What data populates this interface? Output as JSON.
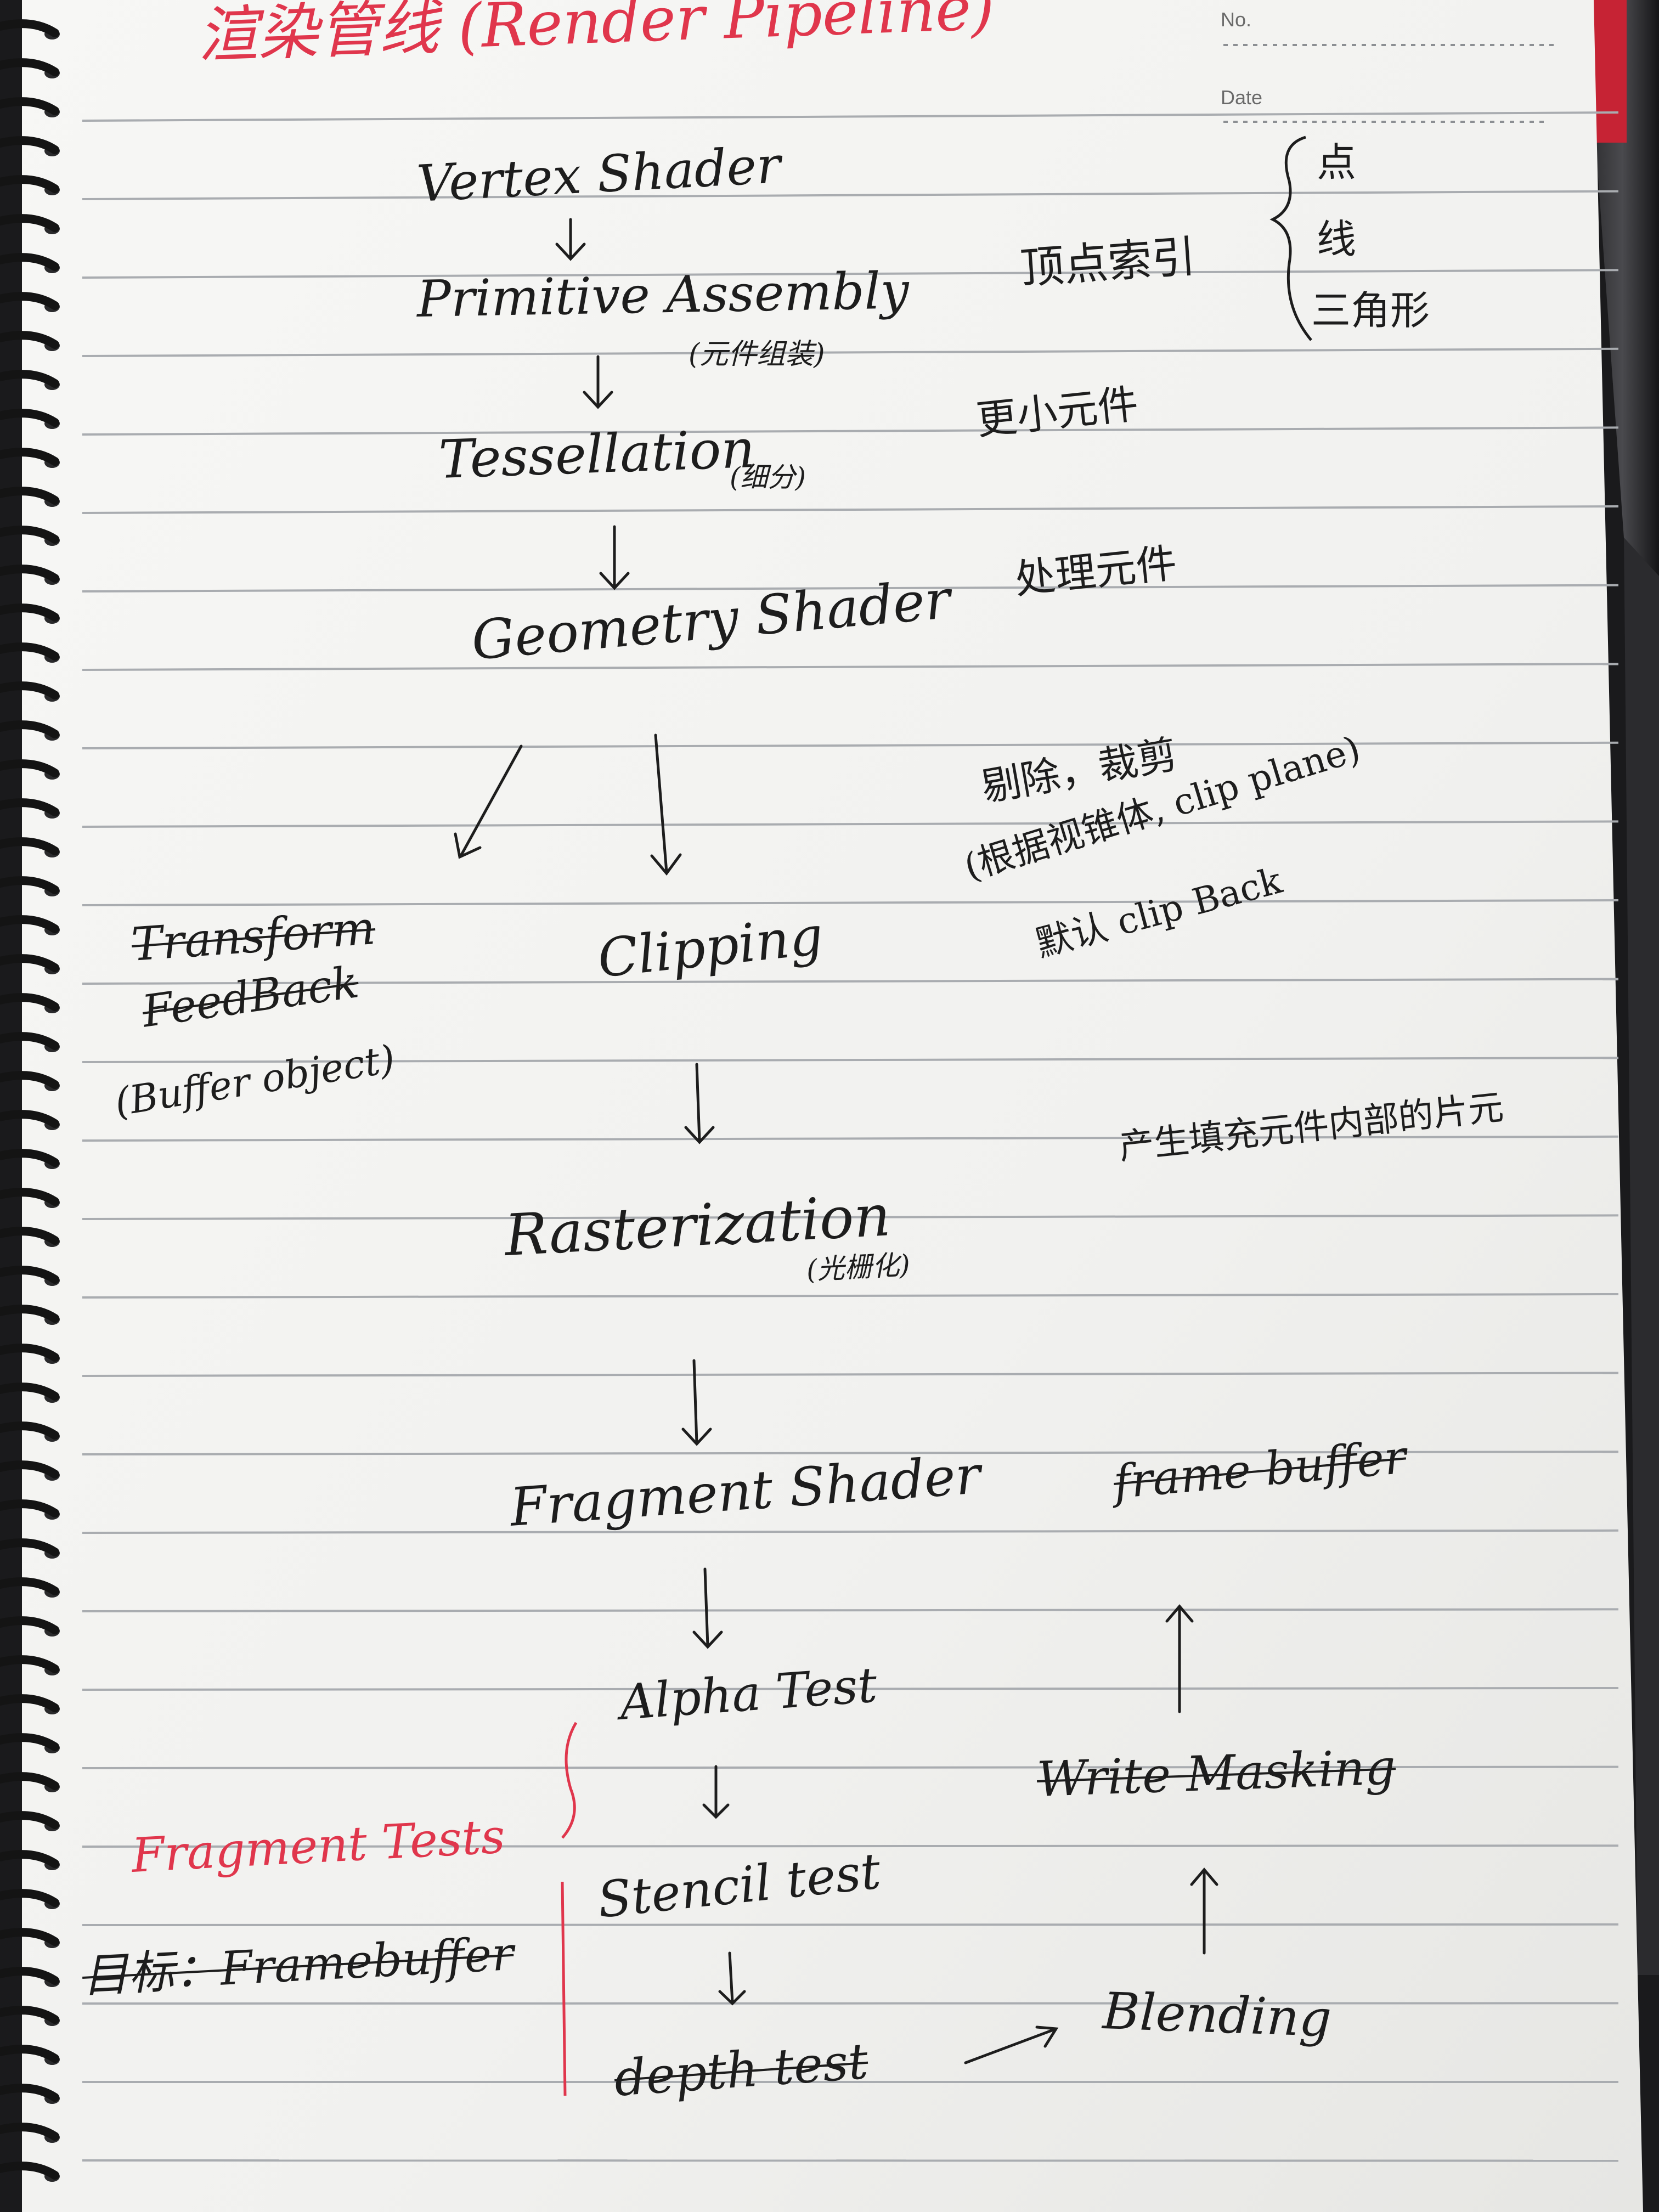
{
  "header": {
    "title": "渲染管线 (Render Pipeline)",
    "no_label": "No.",
    "date_label": "Date"
  },
  "pipeline": {
    "vertex_shader": "Vertex Shader",
    "primitive_assembly": "Primitive Assembly",
    "primitive_assembly_note": "(元件组装)",
    "tessellation": "Tessellation",
    "tessellation_note": "(细分)",
    "geometry_shader": "Geometry Shader",
    "transform_feedback": [
      "Transform",
      "FeedBack",
      "(Buffer object)"
    ],
    "clipping": "Clipping",
    "rasterization": "Rasterization",
    "rasterization_note": "(光栅化)",
    "fragment_shader": "Fragment Shader",
    "alpha_test": "Alpha Test",
    "stencil_test": "Stencil test",
    "depth_test": "depth test",
    "blending": "Blending",
    "write_masking": "Write Masking",
    "framebuffer": "frame buffer"
  },
  "notes": {
    "vertex_index": "顶点索引",
    "primitive_types": [
      "点",
      "线",
      "三角形"
    ],
    "smaller_primitives": "更小元件",
    "process_primitives": "处理元件",
    "clip_lines": [
      "剔除，裁剪",
      "(根据视锥体, clip plane)",
      "默认 clip Back"
    ],
    "raster_note": "产生填充元件内部的片元"
  },
  "fragment_tests": {
    "label": "Fragment Tests",
    "target": "目标：Framebuffer"
  },
  "colors": {
    "paper": "#f4f4f2",
    "ruled_line": "#a9acb0",
    "ink": "#1d1d1d",
    "red_ink": "#e0364c",
    "binding": "#141414"
  }
}
